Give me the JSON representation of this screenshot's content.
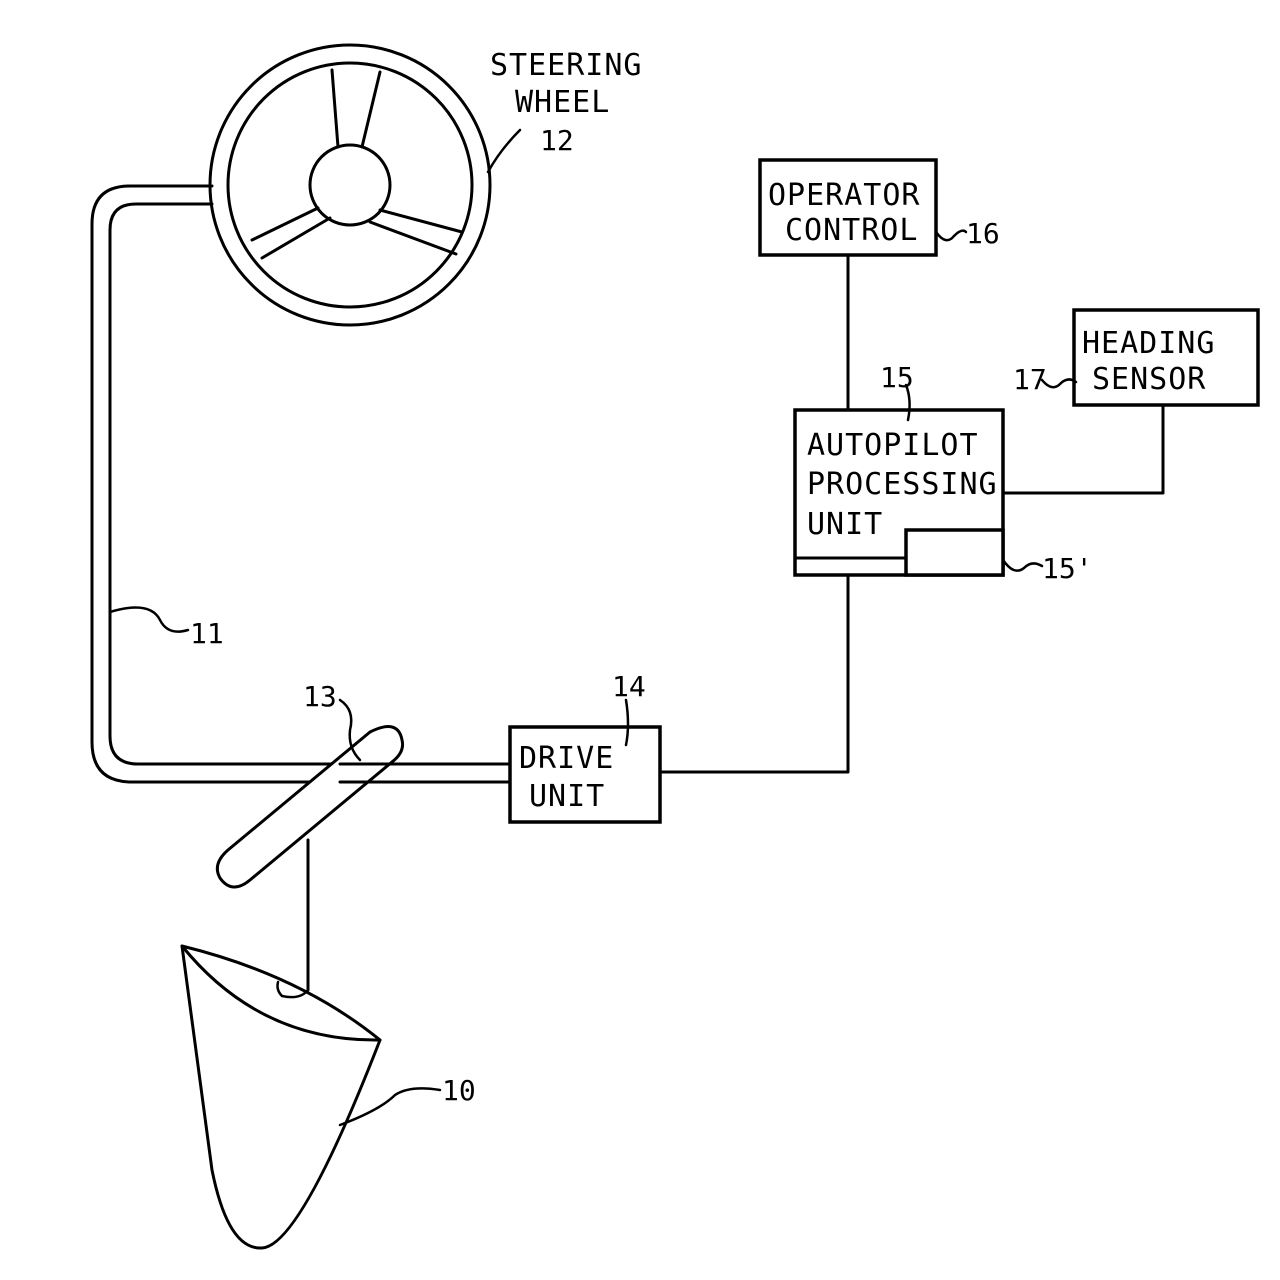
{
  "steering_wheel": {
    "label_line1": "STEERING",
    "label_line2": "WHEEL",
    "ref": "12"
  },
  "tiller_line": {
    "ref": "11"
  },
  "rudder_arm": {
    "ref": "13"
  },
  "rudder": {
    "ref": "10"
  },
  "drive_unit": {
    "label_line1": "DRIVE",
    "label_line2": "UNIT",
    "ref": "14"
  },
  "autopilot_unit": {
    "label_line1": "AUTOPILOT",
    "label_line2": "PROCESSING",
    "label_line3": "UNIT",
    "ref": "15",
    "sub_ref": "15'"
  },
  "operator_control": {
    "label_line1": "OPERATOR",
    "label_line2": "CONTROL",
    "ref": "16"
  },
  "heading_sensor": {
    "label_line1": "HEADING",
    "label_line2": "SENSOR",
    "ref": "17"
  }
}
